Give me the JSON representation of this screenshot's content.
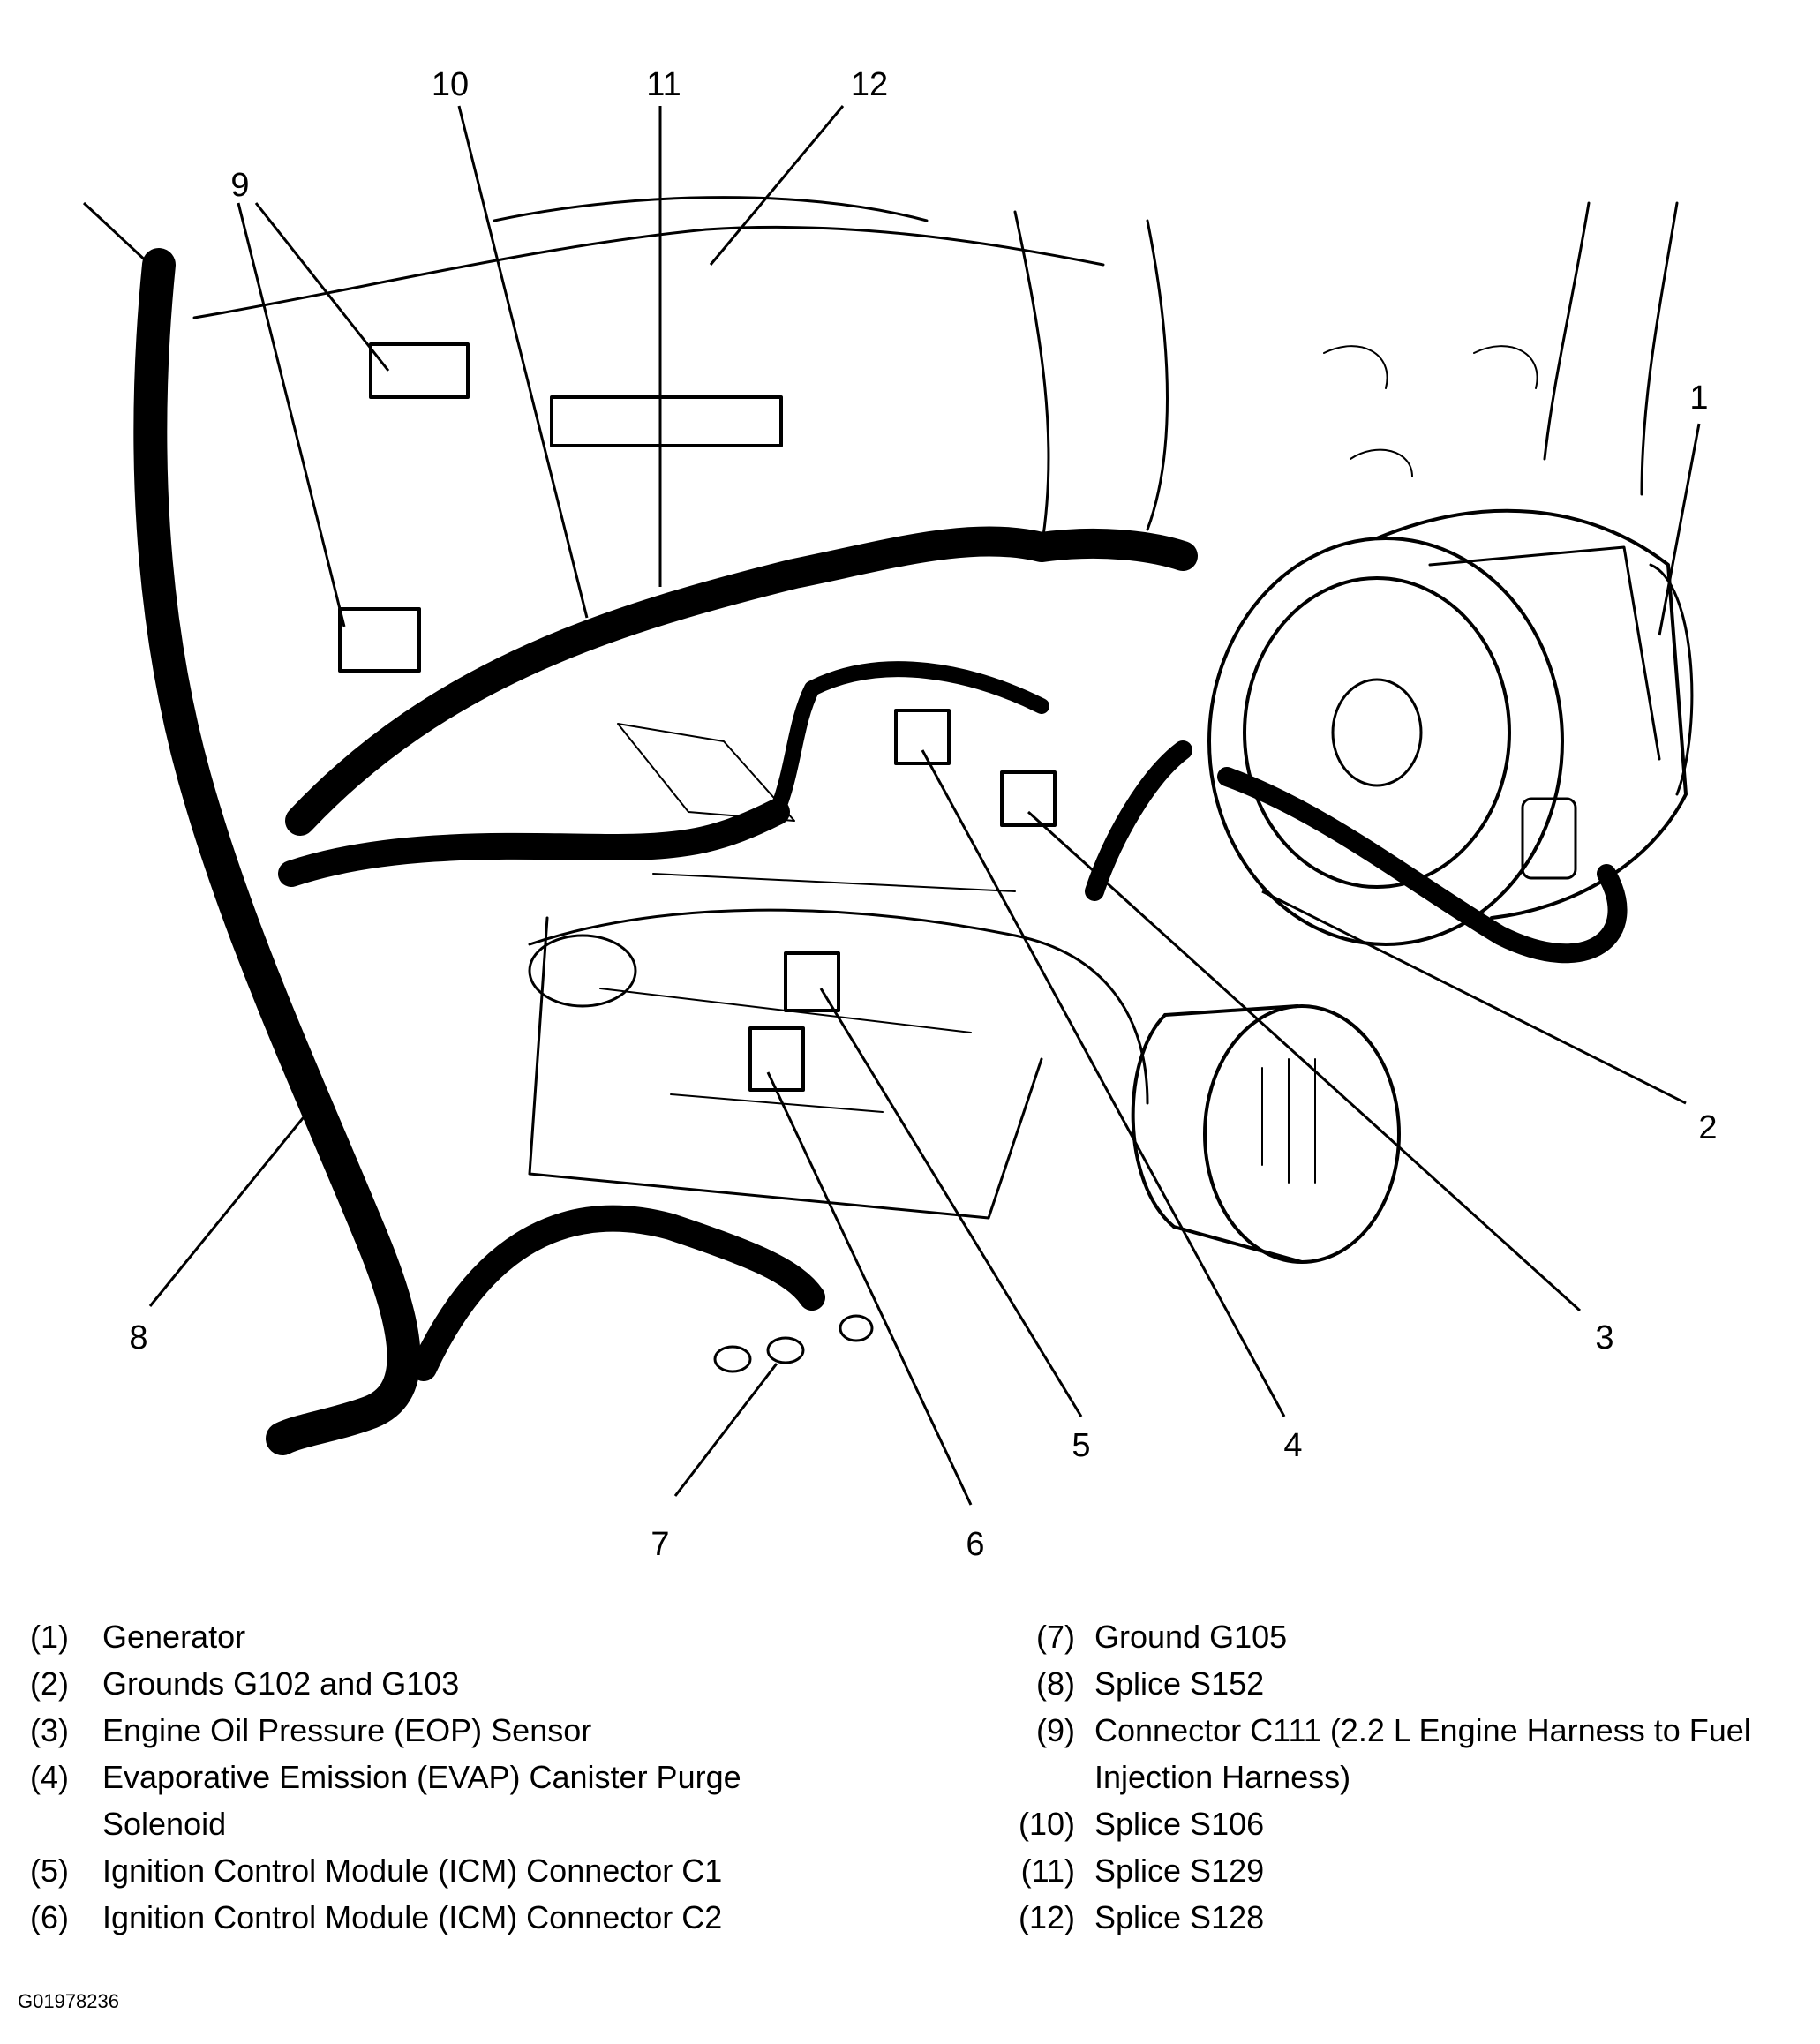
{
  "callouts": {
    "c1": "1",
    "c2": "2",
    "c3": "3",
    "c4": "4",
    "c5": "5",
    "c6": "6",
    "c7": "7",
    "c8": "8",
    "c9": "9",
    "c10": "10",
    "c11": "11",
    "c12": "12"
  },
  "legend": {
    "left": [
      {
        "num": "(1)",
        "text": "Generator"
      },
      {
        "num": "(2)",
        "text": "Grounds G102 and G103"
      },
      {
        "num": "(3)",
        "text": "Engine Oil Pressure (EOP) Sensor"
      },
      {
        "num": "(4)",
        "text": "Evaporative Emission (EVAP) Canister Purge Solenoid"
      },
      {
        "num": "(5)",
        "text": "Ignition Control Module (ICM) Connector C1"
      },
      {
        "num": "(6)",
        "text": "Ignition Control Module (ICM) Connector C2"
      }
    ],
    "right": [
      {
        "num": "(7)",
        "text": "Ground G105"
      },
      {
        "num": "(8)",
        "text": "Splice S152"
      },
      {
        "num": "(9)",
        "text": "Connector C111 (2.2 L Engine Harness to Fuel Injection Harness)"
      },
      {
        "num": "(10)",
        "text": "Splice S106"
      },
      {
        "num": "(11)",
        "text": "Splice S129"
      },
      {
        "num": "(12)",
        "text": "Splice S128"
      }
    ]
  },
  "figure_id": "G01978236"
}
